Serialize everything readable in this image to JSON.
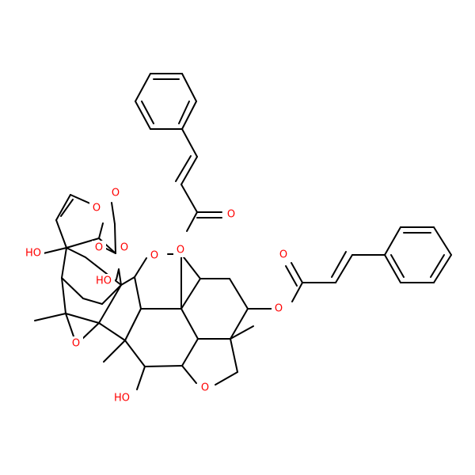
{
  "structure": {
    "atoms": [
      {
        "id": "O_ring_furan",
        "label": "O",
        "color": "#ff0000"
      },
      {
        "id": "O_methoxy",
        "label": "O",
        "color": "#ff0000"
      },
      {
        "id": "O_ester_carbonyl",
        "label": "O",
        "color": "#ff0000"
      },
      {
        "id": "O_ester_link",
        "label": "O",
        "color": "#ff0000"
      },
      {
        "id": "OH_bridgehead",
        "label": "HO",
        "color": "#ff0000"
      },
      {
        "id": "OH_hemiketal",
        "label": "HO",
        "color": "#ff0000"
      },
      {
        "id": "O_thf_upper",
        "label": "O",
        "color": "#ff0000"
      },
      {
        "id": "O_epoxide",
        "label": "O",
        "color": "#ff0000"
      },
      {
        "id": "OH_lower",
        "label": "HO",
        "color": "#ff0000"
      },
      {
        "id": "O_thf_lower",
        "label": "O",
        "color": "#ff0000"
      },
      {
        "id": "O_cinnamate1_link",
        "label": "O",
        "color": "#ff0000"
      },
      {
        "id": "O_cinnamate1_carbonyl",
        "label": "O",
        "color": "#ff0000"
      },
      {
        "id": "O_cinnamate2_link",
        "label": "O",
        "color": "#ff0000"
      },
      {
        "id": "O_cinnamate2_carbonyl",
        "label": "O",
        "color": "#ff0000"
      }
    ]
  },
  "colors": {
    "carbon_bond": "#000000",
    "heteroatom": "#ff0000",
    "background": "#ffffff"
  }
}
